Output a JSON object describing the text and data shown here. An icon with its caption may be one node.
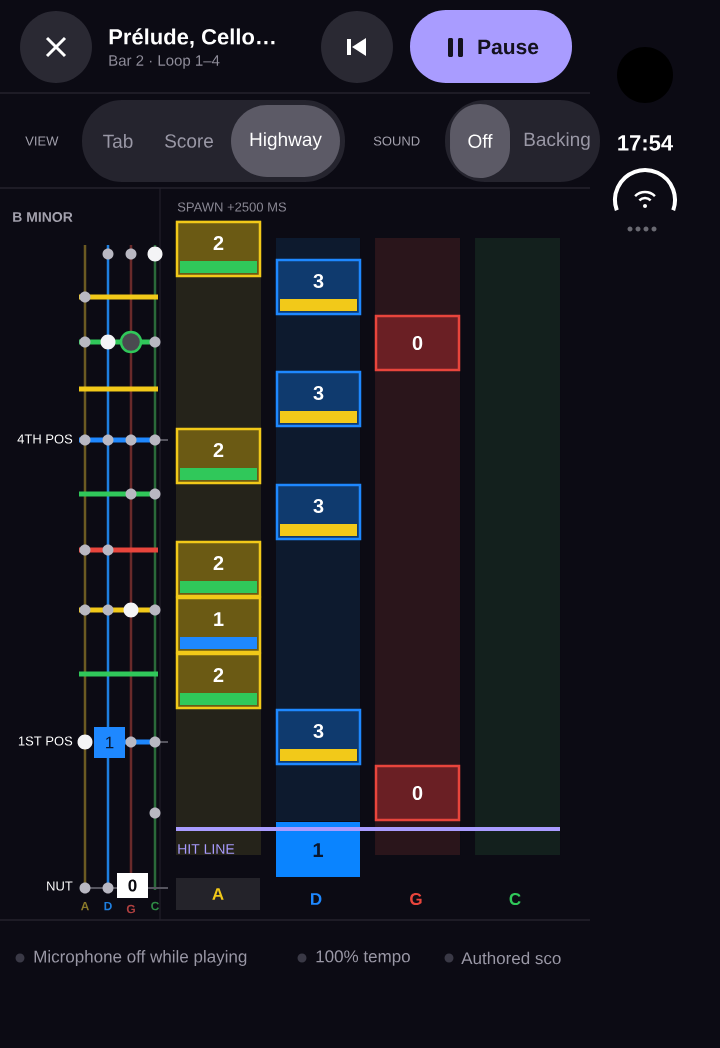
{
  "diagram": {
    "nodes": [
      {
        "text": [],
        "shape": "circle"
      },
      {
        "text": [],
        "shape": "circle"
      },
      {
        "text": [
          "Pause"
        ]
      },
      {
        "text": [
          "Tab",
          "Score"
        ]
      },
      {
        "text": [
          "Highway"
        ],
        "in": 3
      },
      {
        "text": [
          "Backing"
        ]
      },
      {
        "text": [
          "Off"
        ],
        "in": 5
      },
      {
        "text": [],
        "shape": "circle"
      },
      {
        "text": [],
        "shape": "bar"
      },
      {
        "text": [],
        "shape": "bar"
      },
      {
        "text": [],
        "shape": "bar"
      },
      {
        "text": [],
        "shape": "bar"
      },
      {
        "text": [
          "2"
        ],
        "in": 8
      },
      {
        "text": [
          "2"
        ],
        "in": 8
      },
      {
        "text": [
          "2"
        ],
        "in": 8
      },
      {
        "text": [
          "1"
        ],
        "in": 8
      },
      {
        "text": [
          "2"
        ],
        "in": 8
      },
      {
        "text": [
          "3"
        ],
        "in": 9
      },
      {
        "text": [
          "3"
        ],
        "in": 9
      },
      {
        "text": [
          "3"
        ],
        "in": 9
      },
      {
        "text": [
          "3"
        ],
        "in": 9
      },
      {
        "text": [
          "1"
        ]
      },
      {
        "text": [
          "0"
        ],
        "in": 10
      },
      {
        "text": [
          "0"
        ],
        "in": 10
      },
      {
        "text": [
          "A"
        ]
      },
      {
        "text": [
          "1"
        ]
      },
      {
        "text": [
          "0"
        ]
      }
    ],
    "labels": [
      "Prélude, Cello…",
      "Bar 2 · Loop 1–4",
      "VIEW",
      "SOUND",
      "17:54",
      "B MINOR",
      "SPAWN +2500 MS",
      "4TH POS",
      "1ST POS",
      "HIT LINE",
      "NUT",
      "A",
      "D",
      "G",
      "C",
      "D",
      "G",
      "C",
      "Microphone off while playing",
      "100% tempo",
      "Authored sco"
    ]
  }
}
